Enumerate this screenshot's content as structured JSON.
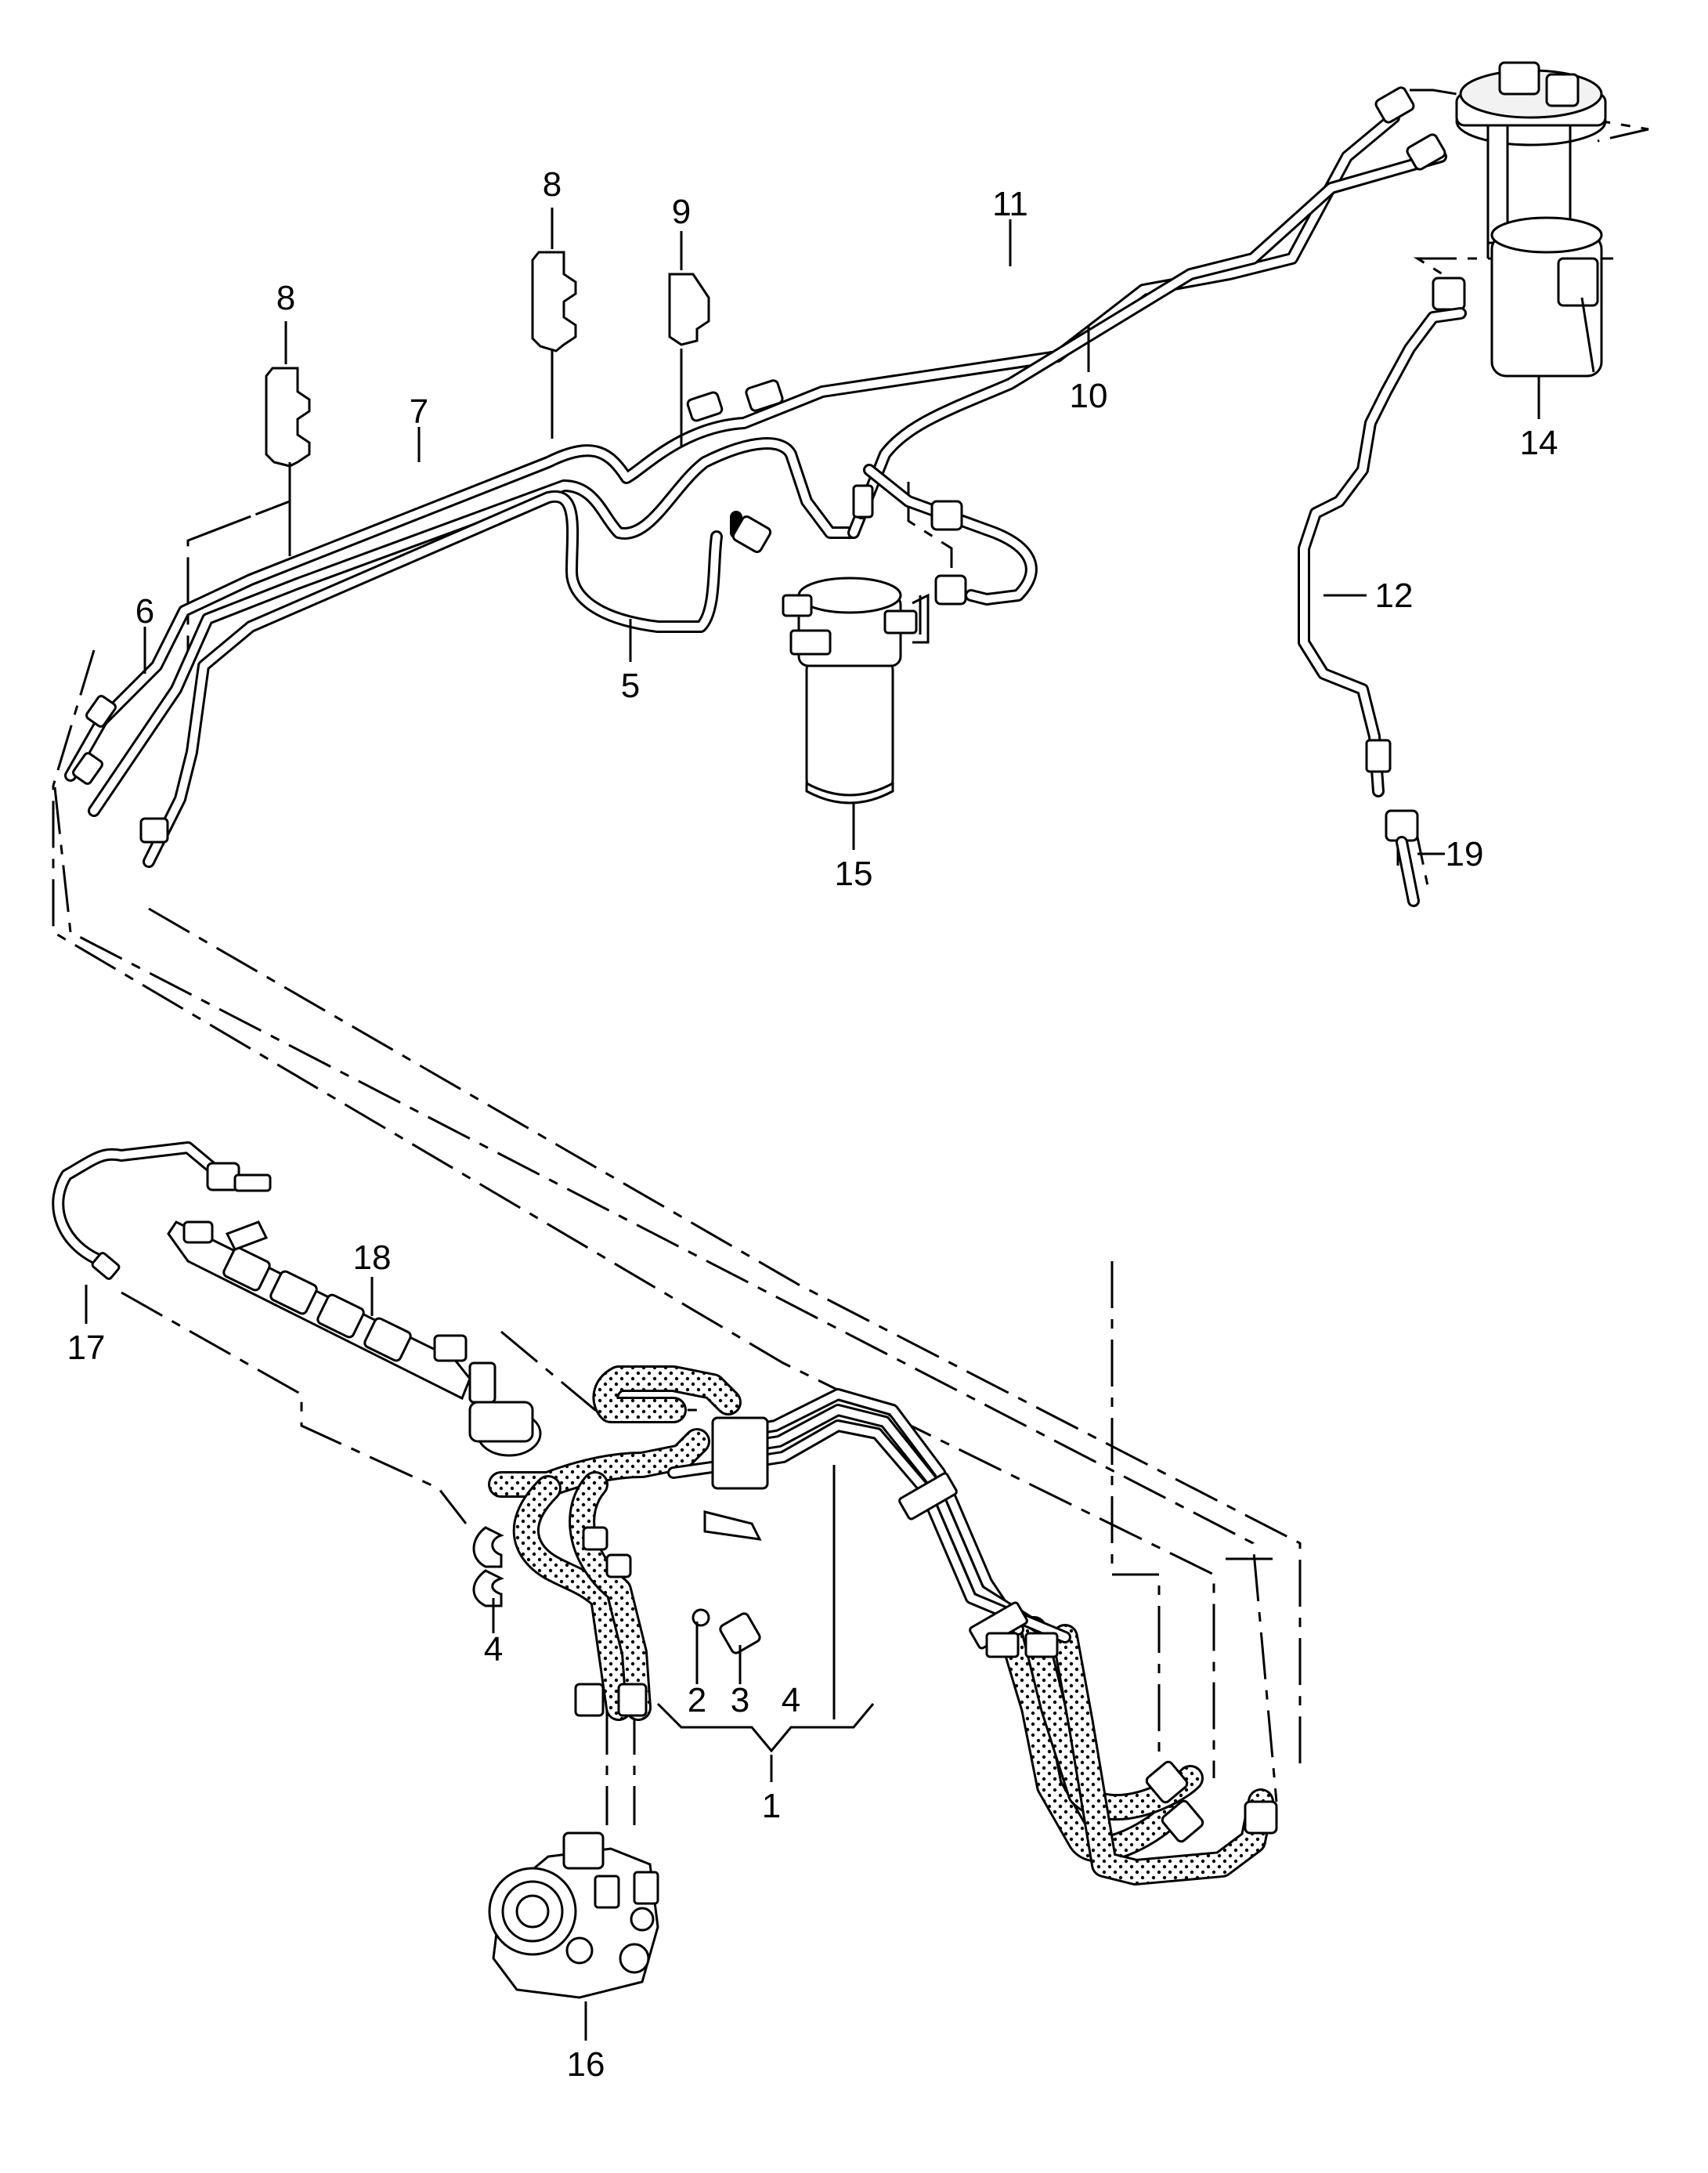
{
  "callouts": [
    {
      "id": "1",
      "text": "1"
    },
    {
      "id": "2",
      "text": "2"
    },
    {
      "id": "3",
      "text": "3"
    },
    {
      "id": "4a",
      "text": "4"
    },
    {
      "id": "4b",
      "text": "4"
    },
    {
      "id": "5",
      "text": "5"
    },
    {
      "id": "6",
      "text": "6"
    },
    {
      "id": "7",
      "text": "7"
    },
    {
      "id": "8a",
      "text": "8"
    },
    {
      "id": "8b",
      "text": "8"
    },
    {
      "id": "9",
      "text": "9"
    },
    {
      "id": "10",
      "text": "10"
    },
    {
      "id": "11",
      "text": "11"
    },
    {
      "id": "12",
      "text": "12"
    },
    {
      "id": "14",
      "text": "14"
    },
    {
      "id": "15",
      "text": "15"
    },
    {
      "id": "16",
      "text": "16"
    },
    {
      "id": "17",
      "text": "17"
    },
    {
      "id": "18",
      "text": "18"
    },
    {
      "id": "19",
      "text": "19"
    }
  ],
  "colors": {
    "ink": "#000000",
    "paper": "#ffffff"
  }
}
